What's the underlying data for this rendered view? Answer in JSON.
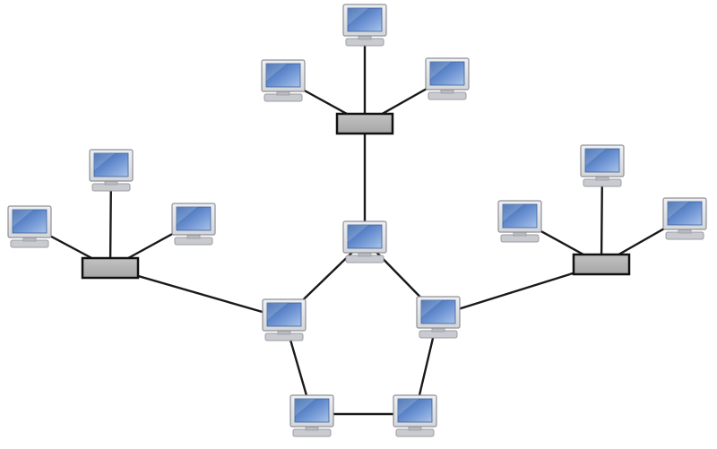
{
  "colors": {
    "background": "#ffffff",
    "link": "#1a1a1a",
    "hub_fill": "#a6a6a6",
    "hub_border": "#111111",
    "monitor_bezel": "#d4d6da",
    "screen_dark": "#2f5fa8",
    "screen_light": "#a9c4ea",
    "base": "#c9cbd0"
  },
  "icons": {
    "computer": "desktop-computer-icon",
    "hub": "network-hub-icon"
  },
  "diagram": {
    "type": "hybrid-network-topology",
    "ring": [
      "ring-top",
      "ring-left",
      "ring-right",
      "ring-bottom-left",
      "ring-bottom-right"
    ],
    "hubs": [
      {
        "id": "hub-top",
        "uplink": "ring-top",
        "computers": [
          "top-hub-pc-1",
          "top-hub-pc-2",
          "top-hub-pc-3"
        ]
      },
      {
        "id": "hub-left",
        "uplink": "ring-left",
        "computers": [
          "left-hub-pc-1",
          "left-hub-pc-2",
          "left-hub-pc-3"
        ]
      },
      {
        "id": "hub-right",
        "uplink": "ring-right",
        "computers": [
          "right-hub-pc-1",
          "right-hub-pc-2",
          "right-hub-pc-3"
        ]
      }
    ]
  }
}
